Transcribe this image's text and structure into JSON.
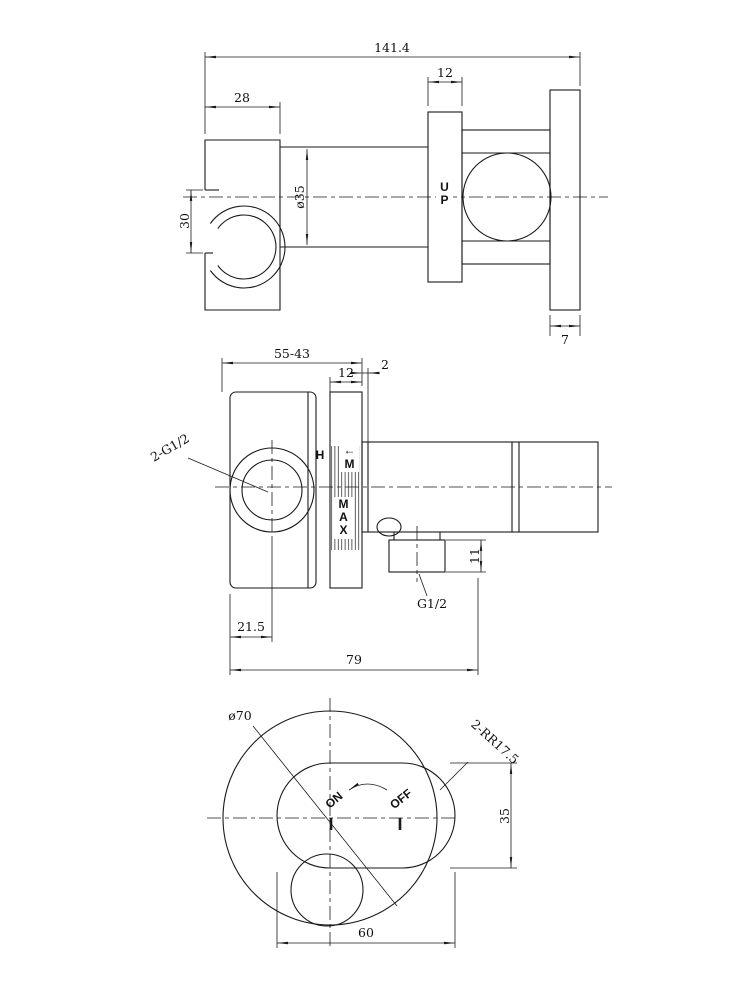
{
  "page": {
    "background": "#ffffff",
    "line_color": "#1a1a1a"
  },
  "views": {
    "side": {
      "dim_total_width": "141.4",
      "dim_knurl_width": "12",
      "dim_holder_width": "28",
      "dim_holder_opening": "30",
      "dim_body_diameter": "ø35",
      "label_up": "UP",
      "dim_plate_thickness": "7"
    },
    "section": {
      "dim_depth_range": "55-43",
      "dim_lip": "2",
      "dim_knurl_width": "12",
      "label_inlet_threads": "2-G1/2",
      "label_hot": "H",
      "label_arrow": "←",
      "label_mix": "M",
      "label_max": "MAX",
      "dim_outlet_height": "11",
      "label_outlet_thread": "G1/2",
      "dim_center_offset": "21.5",
      "dim_total_length": "79"
    },
    "face": {
      "dim_plate_diameter": "ø70",
      "label_on": "ON",
      "label_off": "OFF",
      "label_corner_radius": "2-RR17.5",
      "dim_handle_height": "35",
      "dim_handle_width": "60"
    }
  }
}
